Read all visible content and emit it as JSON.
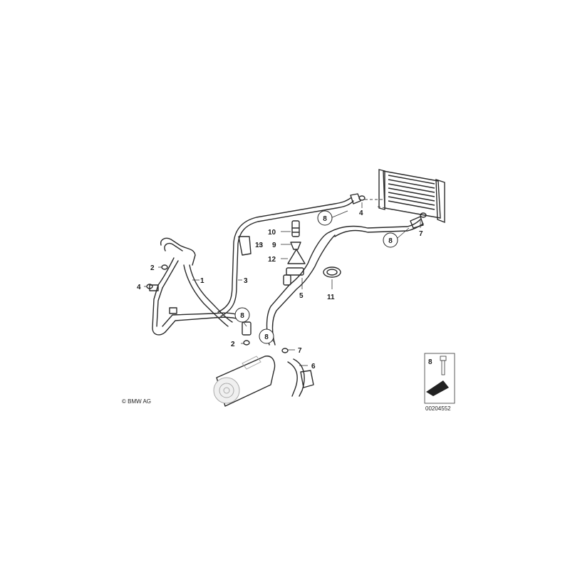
{
  "labels": {
    "l1": "1",
    "l2a": "2",
    "l2b": "2",
    "l3": "3",
    "l4a": "4",
    "l4b": "4",
    "l5": "5",
    "l6": "6",
    "l7a": "7",
    "l7b": "7",
    "l8a": "8",
    "l8b": "8",
    "l8c": "8",
    "l8d": "8",
    "l9": "9",
    "l10": "10",
    "l11": "11",
    "l12": "12",
    "l13": "13"
  },
  "legend_box": {
    "number": "8"
  },
  "copyright": "© BMW AG",
  "diagram_id": "00204552"
}
